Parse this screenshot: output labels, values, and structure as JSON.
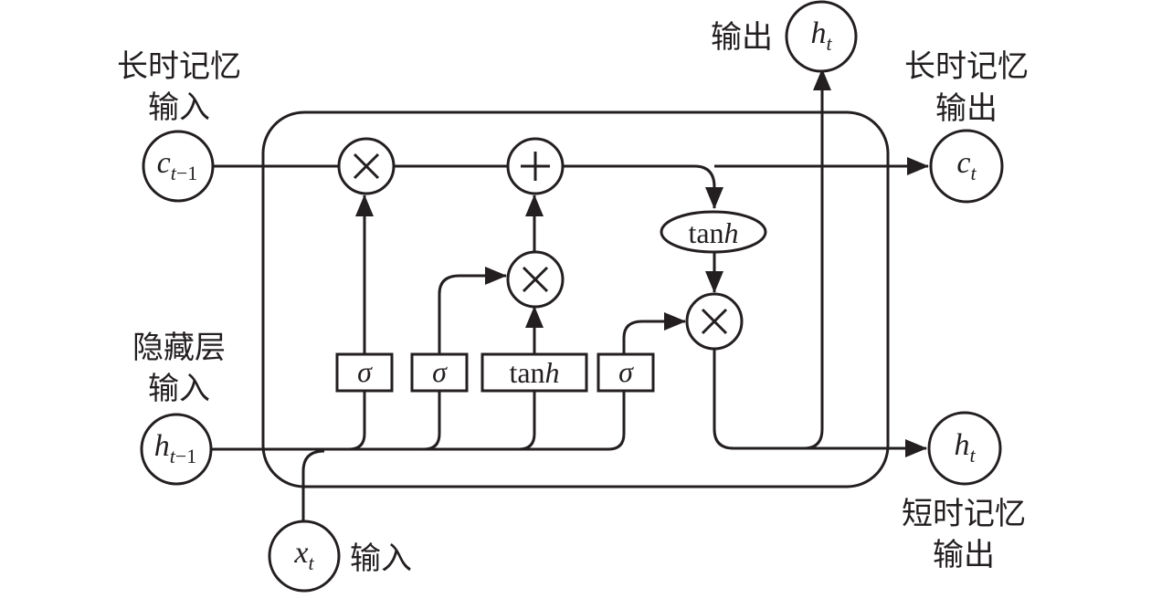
{
  "labels": {
    "long_memory_input": [
      "长时记忆",
      "输入"
    ],
    "hidden_input": [
      "隐藏层",
      "输入"
    ],
    "output_top": "输出",
    "long_memory_output": [
      "长时记忆",
      "输出"
    ],
    "short_memory_output": [
      "短时记忆",
      "输出"
    ],
    "x_input": "输入"
  },
  "nodes": {
    "c_prev": {
      "var": "c",
      "sub": "t",
      "sub_suffix": "−1"
    },
    "h_prev": {
      "var": "h",
      "sub": "t",
      "sub_suffix": "−1"
    },
    "x_t": {
      "var": "x",
      "sub": "t"
    },
    "c_t": {
      "var": "c",
      "sub": "t"
    },
    "h_t_right": {
      "var": "h",
      "sub": "t"
    },
    "h_t_top": {
      "var": "h",
      "sub": "t"
    }
  },
  "gates": {
    "sigma_1": "σ",
    "sigma_2": "σ",
    "tanh_gate": {
      "fn": "tan",
      "var": "h"
    },
    "sigma_3": "σ",
    "tanh_ellipse": {
      "fn": "tan",
      "var": "h"
    }
  },
  "operators": {
    "multiply": "×",
    "add": "+"
  },
  "colors": {
    "line": "#231f20",
    "background": "#ffffff"
  }
}
